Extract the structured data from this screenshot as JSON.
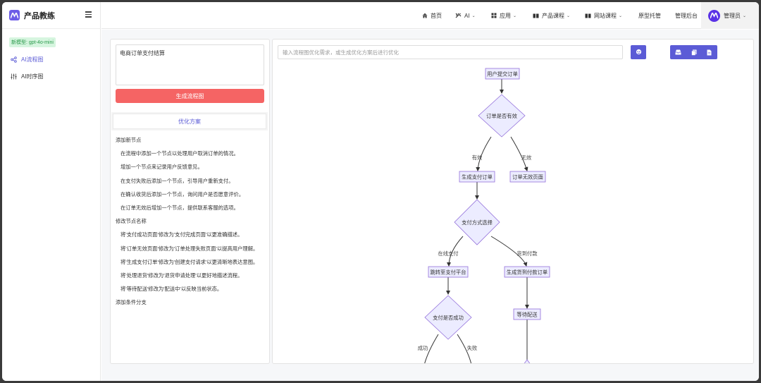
{
  "brand": {
    "name": "产品教练"
  },
  "sidebar": {
    "model_badge": "新模型: gpt-4o-mini",
    "items": [
      {
        "label": "AI流程图",
        "icon": "flow-icon",
        "active": true
      },
      {
        "label": "AI时序图",
        "icon": "sliders-icon",
        "active": false
      }
    ]
  },
  "nav": {
    "home": "首页",
    "ai": "AI",
    "apps": "应用",
    "product_course": "产品课程",
    "website_course": "网站课程",
    "prototype": "原型托管",
    "admin_backend": "管理后台",
    "user": "管理员"
  },
  "left": {
    "requirement_value": "电商订单支付结算",
    "generate_button": "生成流程图",
    "optimize_tab": "优化方案",
    "sections": [
      {
        "heading": "添加新节点",
        "items": [
          "在流程中添加一个节点以处理用户取消订单的情况。",
          "增加一个节点来记录用户反馈意见。",
          "在支付失败后添加一个节点，引导用户重新支付。",
          "在确认收货后添加一个节点，询问用户是否愿意评价。",
          "在订单无效后增加一个节点，提供联系客服的选项。"
        ]
      },
      {
        "heading": "修改节点名称",
        "items": [
          "将'支付成功页面'修改为'支付完成页面'以更准确描述。",
          "将'订单无效页面'修改为'订单处理失败页面'以提高用户理解。",
          "将'生成支付订单'修改为'创建支付请求'以更清晰地表达意图。",
          "将'处理退货'修改为'退货申请处理'以更好地描述流程。",
          "将'等待配送'修改为'配送中'以反映当前状态。"
        ]
      },
      {
        "heading": "添加条件分支",
        "items": []
      }
    ]
  },
  "right": {
    "optimize_placeholder": "输入流程图优化需求，或生成优化方案后进行优化"
  },
  "flowchart": {
    "nodes": {
      "submit": "用户提交订单",
      "valid_check": "订单是否有效",
      "gen_pay": "生成支付订单",
      "invalid_page": "订单无效页面",
      "pay_method": "支付方式选择",
      "jump_pay": "跳转至支付平台",
      "cod_order": "生成货到付款订单",
      "pay_success_check": "支付是否成功",
      "wait_delivery": "等待配送"
    },
    "edges": {
      "valid": "有效",
      "invalid": "无效",
      "online": "在线支付",
      "cod": "货到付款",
      "success": "成功",
      "fail": "失败"
    }
  },
  "colors": {
    "accent": "#5b5bd6",
    "generate_button": "#f56464",
    "node_fill": "#ececff",
    "node_stroke": "#9370db",
    "model_badge_bg": "#d6f5df"
  }
}
